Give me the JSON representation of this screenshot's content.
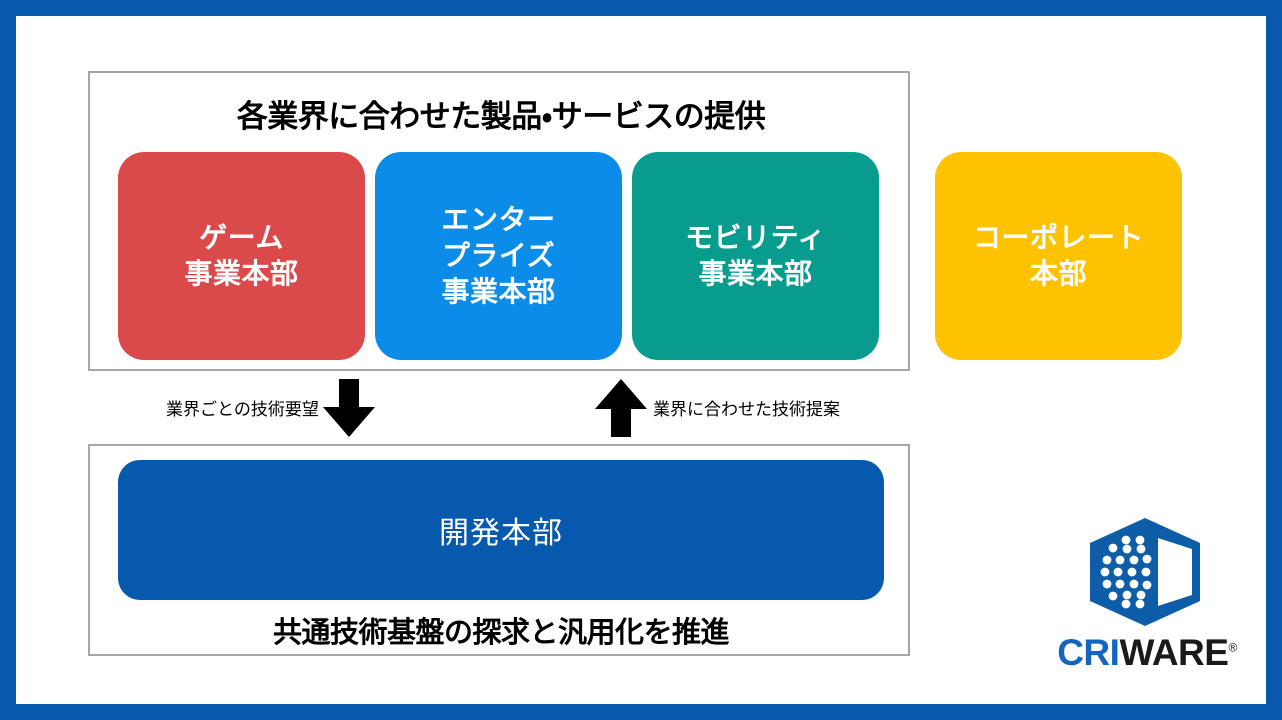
{
  "frame": {
    "border_color": "#0659AC"
  },
  "top_panel": {
    "title": "各業界に合わせた製品・サービスの提供",
    "border_color": "#A6A6A6"
  },
  "divisions": [
    {
      "name": "game",
      "label": "ゲーム\n事業本部",
      "color": "#DB4A4B",
      "inside_panel": true
    },
    {
      "name": "enterprise",
      "label": "エンター\nプライズ\n事業本部",
      "color": "#0A8CE8",
      "inside_panel": true
    },
    {
      "name": "mobility",
      "label": "モビリティ\n事業本部",
      "color": "#079C8E",
      "inside_panel": true
    },
    {
      "name": "corporate",
      "label": "コーポレート\n本部",
      "color": "#FFC200",
      "inside_panel": false
    }
  ],
  "arrows": [
    {
      "name": "tech-request",
      "caption": "業界ごとの技術要望",
      "direction": "down",
      "color": "#000000"
    },
    {
      "name": "tech-proposal",
      "caption": "業界に合わせた技術提案",
      "direction": "up",
      "color": "#000000"
    }
  ],
  "bottom_panel": {
    "box_label": "開発本部",
    "box_color": "#0659AC",
    "caption": "共通技術基盤の探求と汎用化を推進",
    "border_color": "#A6A6A6"
  },
  "logo": {
    "mark_color": "#0D5DA8",
    "text_primary": "CRI",
    "text_secondary": "WARE",
    "registered_mark": "®"
  }
}
